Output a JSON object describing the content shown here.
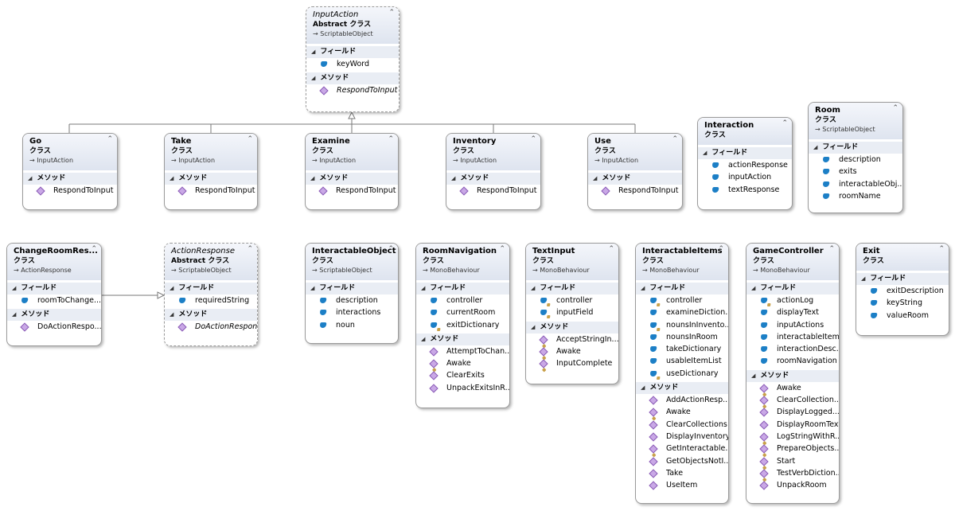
{
  "labels": {
    "class": "クラス",
    "abstract_class": "Abstract クラス",
    "fields": "フィールド",
    "methods": "メソッド",
    "toggle": "⌃"
  },
  "classes": [
    {
      "id": "inputaction",
      "name": "InputAction",
      "abstract": true,
      "base": "ScriptableObject",
      "fields": [
        "keyWord"
      ],
      "methods": [
        "RespondToInput"
      ],
      "italic_methods": true
    },
    {
      "id": "go",
      "name": "Go",
      "base": "InputAction",
      "fields": [],
      "methods": [
        "RespondToInput"
      ]
    },
    {
      "id": "take",
      "name": "Take",
      "base": "InputAction",
      "fields": [],
      "methods": [
        "RespondToInput"
      ]
    },
    {
      "id": "examine",
      "name": "Examine",
      "base": "InputAction",
      "fields": [],
      "methods": [
        "RespondToInput"
      ]
    },
    {
      "id": "inventory",
      "name": "Inventory",
      "base": "InputAction",
      "fields": [],
      "methods": [
        "RespondToInput"
      ]
    },
    {
      "id": "use",
      "name": "Use",
      "base": "InputAction",
      "fields": [],
      "methods": [
        "RespondToInput"
      ]
    },
    {
      "id": "interaction",
      "name": "Interaction",
      "base": "",
      "fields": [
        "actionResponse",
        "inputAction",
        "textResponse"
      ],
      "methods": []
    },
    {
      "id": "room",
      "name": "Room",
      "base": "ScriptableObject",
      "fields": [
        "description",
        "exits",
        "interactableObj...",
        "roomName"
      ],
      "methods": []
    },
    {
      "id": "changeroom",
      "name": "ChangeRoomRes...",
      "base": "ActionResponse",
      "fields": [
        "roomToChange..."
      ],
      "methods": [
        "DoActionRespo..."
      ]
    },
    {
      "id": "actionresponse",
      "name": "ActionResponse",
      "abstract": true,
      "base": "ScriptableObject",
      "fields": [
        "requiredString"
      ],
      "methods": [
        "DoActionResponse"
      ],
      "italic_methods": true
    },
    {
      "id": "interactableobject",
      "name": "InteractableObject",
      "base": "ScriptableObject",
      "fields": [
        "description",
        "interactions",
        "noun"
      ],
      "methods": []
    },
    {
      "id": "roomnavigation",
      "name": "RoomNavigation",
      "base": "MonoBehaviour",
      "fields": [
        "controller",
        "currentRoom",
        "exitDictionary"
      ],
      "locked_fields": [
        2
      ],
      "methods": [
        "AttemptToChan...",
        "Awake",
        "ClearExits",
        "UnpackExitsInR..."
      ],
      "locked_methods": [
        1
      ]
    },
    {
      "id": "textinput",
      "name": "TextInput",
      "base": "MonoBehaviour",
      "fields": [
        "controller",
        "inputField"
      ],
      "locked_fields": [
        0,
        1
      ],
      "methods": [
        "AcceptStringIn...",
        "Awake",
        "InputComplete"
      ],
      "locked_methods": [
        0,
        1,
        2
      ]
    },
    {
      "id": "interactableitems",
      "name": "InteractableItems",
      "base": "MonoBehaviour",
      "fields": [
        "controller",
        "examineDiction...",
        "nounsInInvento...",
        "nounsInRoom",
        "takeDictionary",
        "usableItemList",
        "useDictionary"
      ],
      "locked_fields": [
        0,
        2,
        6
      ],
      "methods": [
        "AddActionResp...",
        "Awake",
        "ClearCollections",
        "DisplayInventory",
        "GetInteractable...",
        "GetObjectsNotI...",
        "Take",
        "UseItem"
      ],
      "locked_methods": [
        1,
        4
      ]
    },
    {
      "id": "gamecontroller",
      "name": "GameController",
      "base": "MonoBehaviour",
      "fields": [
        "actionLog",
        "displayText",
        "inputActions",
        "interactableItems",
        "interactionDesc...",
        "roomNavigation"
      ],
      "locked_fields": [
        0
      ],
      "methods": [
        "Awake",
        "ClearCollection...",
        "DisplayLogged...",
        "DisplayRoomText",
        "LogStringWithR...",
        "PrepareObjects...",
        "Start",
        "TestVerbDiction...",
        "UnpackRoom"
      ],
      "locked_methods": [
        0,
        1,
        4,
        5,
        6,
        7
      ]
    },
    {
      "id": "exit",
      "name": "Exit",
      "base": "",
      "fields": [
        "exitDescription",
        "keyString",
        "valueRoom"
      ],
      "methods": []
    }
  ]
}
